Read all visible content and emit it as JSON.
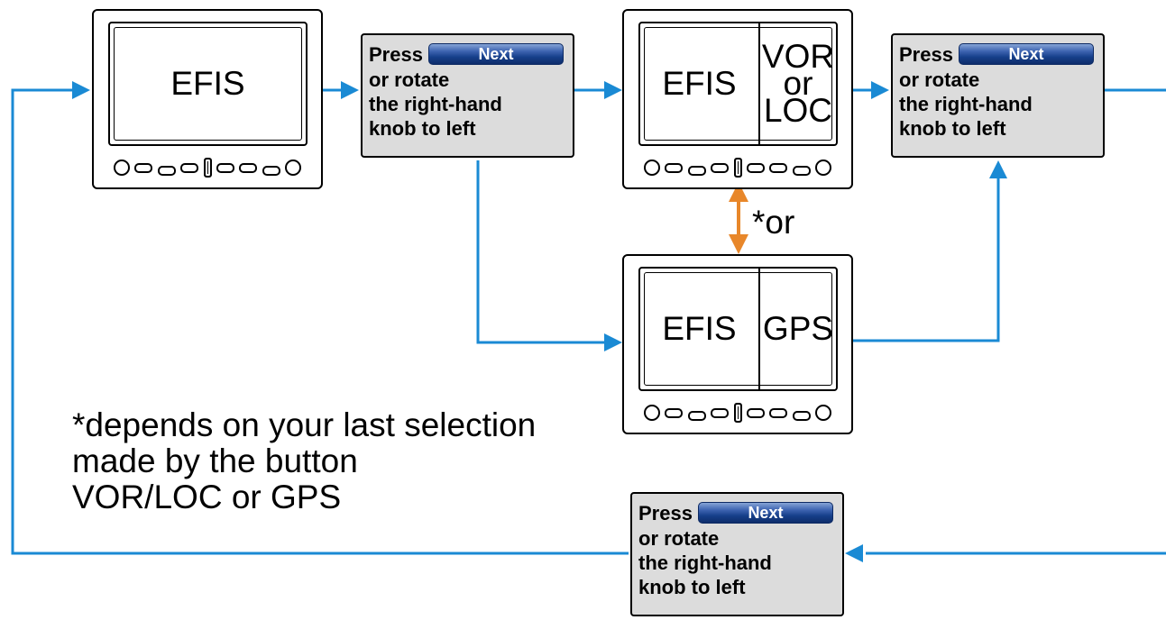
{
  "devices": {
    "efis_only": {
      "panes": [
        "EFIS"
      ]
    },
    "efis_vor_loc": {
      "panes": [
        "EFIS",
        "VOR\nor\nLOC"
      ]
    },
    "efis_gps": {
      "panes": [
        "EFIS",
        "GPS"
      ]
    }
  },
  "instruction": {
    "press_label": "Press",
    "next_label": "Next",
    "line1": "or rotate",
    "line2": "the right-hand",
    "line3": "knob to left"
  },
  "alternative_label": "*or",
  "footnote": {
    "line1": "*depends on your last selection",
    "line2": "made by the button",
    "line3": "VOR/LOC or GPS"
  },
  "colors": {
    "flow_arrow": "#1a8ad4",
    "alternative_arrow": "#e8872a",
    "callout_background": "#dcdcdc",
    "next_button": "#163f8a"
  }
}
